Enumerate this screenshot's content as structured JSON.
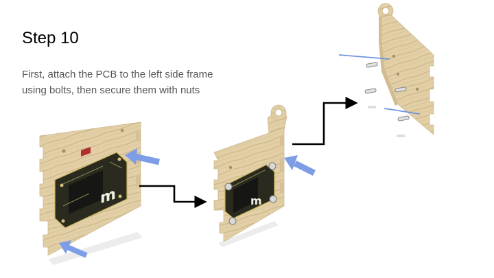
{
  "slide": {
    "title": "Step 10",
    "description_lines": [
      "First, attach the PCB to the left side frame",
      "using bolts, then secure them with nuts"
    ]
  },
  "pcb": {
    "logo_text": "m"
  },
  "colors": {
    "wood": "#e2cfa6",
    "wood_grain": "#cdb78a",
    "pcb": "#2a2a1e",
    "pcb_edge": "#c9b45c",
    "pointer_arrow": "#7d9ee6",
    "flow_arrow": "#000000"
  },
  "icons": [
    "pointer-arrow-icon",
    "flow-arrow-icon",
    "bolt-icon",
    "nut-icon"
  ]
}
